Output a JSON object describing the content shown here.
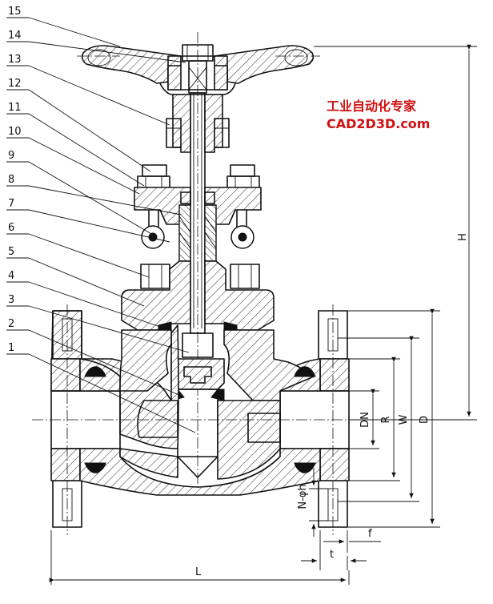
{
  "part_numbers": [
    "15",
    "14",
    "13",
    "12",
    "11",
    "10",
    "9",
    "8",
    "7",
    "6",
    "5",
    "4",
    "3",
    "2",
    "1"
  ],
  "dimensions": {
    "H": "H",
    "DN": "DN",
    "R": "R",
    "W": "W",
    "D": "D",
    "L": "L",
    "t": "t",
    "f": "f",
    "N_phi_h": "N-φh"
  },
  "watermark": {
    "line1": "工业自动化专家",
    "line2": "CAD2D3D.com",
    "color": "#d01010"
  }
}
